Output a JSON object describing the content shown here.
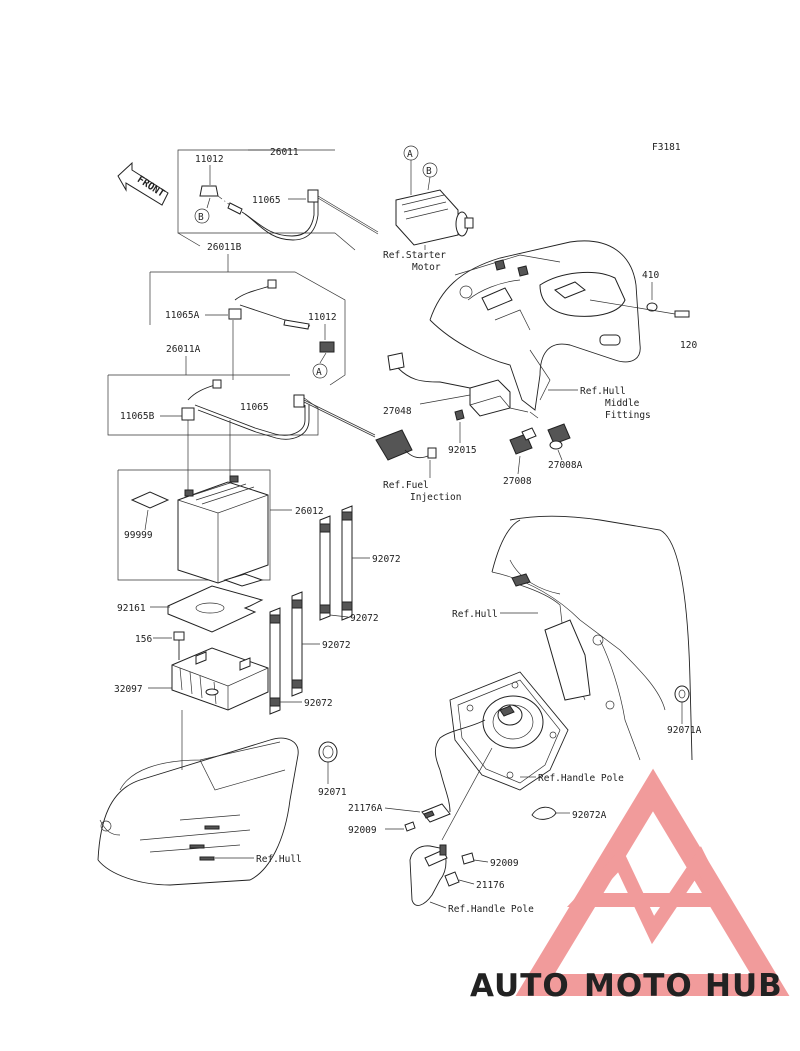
{
  "diagram": {
    "figure_code": "F3181",
    "front_label": "FRONT",
    "callouts": {
      "a": "A",
      "b": "B"
    },
    "part_labels": {
      "p26011": "26011",
      "p11012_top": "11012",
      "p11065_top": "11065",
      "p26011B": "26011B",
      "p11065A": "11065A",
      "p11012_mid": "11012",
      "p26011A": "26011A",
      "p11065B": "11065B",
      "p11065_mid": "11065",
      "p26012": "26012",
      "p99999": "99999",
      "p92072_a": "92072",
      "p92072_b": "92072",
      "p92072_c": "92072",
      "p92072_d": "92072",
      "p92161": "92161",
      "p156": "156",
      "p32097": "32097",
      "p92071": "92071",
      "p410": "410",
      "p120": "120",
      "p27048": "27048",
      "p92015": "92015",
      "p27008": "27008",
      "p27008A": "27008A",
      "p92071A": "92071A",
      "p21176A": "21176A",
      "p92009_a": "92009",
      "p92009_b": "92009",
      "p21176": "21176",
      "p92072A": "92072A"
    },
    "ref_labels": {
      "starter_1": "Ref.Starter",
      "starter_2": "Motor",
      "hull_mid_1": "Ref.Hull",
      "hull_mid_2": "Middle",
      "hull_mid_3": "Fittings",
      "fuel_1": "Ref.Fuel",
      "fuel_2": "Injection",
      "hull_right": "Ref.Hull",
      "handle_pole_1": "Ref.Handle Pole",
      "handle_pole_2": "Ref.Handle Pole",
      "hull_bottom": "Ref.Hull"
    }
  },
  "watermark": {
    "brand_a": "AUTO",
    "brand_b": "MOTO",
    "brand_c": "HUB",
    "color_a": "#f2a55a",
    "color_b": "#ef6b6b",
    "color_c": "#4a4a4a",
    "logo_color": "#ef8a8a"
  }
}
